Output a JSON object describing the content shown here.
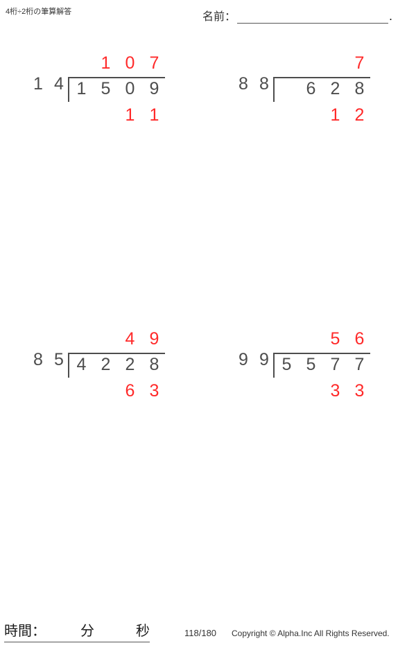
{
  "header": {
    "title": "4桁÷2桁の筆算解答",
    "name_label": "名前：",
    "name_value": "",
    "name_placeholder": "",
    "name_period": "."
  },
  "colors": {
    "answer_red": "#ff2a2a",
    "problem_gray": "#4d4d4d",
    "text_black": "#1a1a1a"
  },
  "problems": [
    {
      "id": "problem-1",
      "position": "top-left",
      "divisor": [
        "1",
        "4"
      ],
      "dividend": [
        "1",
        "5",
        "0",
        "9"
      ],
      "quotient": [
        "",
        "1",
        "0",
        "7"
      ],
      "remainder": [
        "",
        "",
        "1",
        "1"
      ]
    },
    {
      "id": "problem-2",
      "position": "top-right",
      "divisor": [
        "8",
        "8"
      ],
      "dividend": [
        "",
        "6",
        "2",
        "8"
      ],
      "quotient": [
        "",
        "",
        "",
        "7"
      ],
      "remainder": [
        "",
        "",
        "1",
        "2"
      ]
    },
    {
      "id": "problem-3",
      "position": "bottom-left",
      "divisor": [
        "8",
        "5"
      ],
      "dividend": [
        "4",
        "2",
        "2",
        "8"
      ],
      "quotient": [
        "",
        "",
        "4",
        "9"
      ],
      "remainder": [
        "",
        "",
        "6",
        "3"
      ]
    },
    {
      "id": "problem-4",
      "position": "bottom-right",
      "divisor": [
        "9",
        "9"
      ],
      "dividend": [
        "5",
        "5",
        "7",
        "7"
      ],
      "quotient": [
        "",
        "",
        "5",
        "6"
      ],
      "remainder": [
        "",
        "",
        "3",
        "3"
      ]
    }
  ],
  "footer": {
    "time_label": "時間：　　　分　　　秒",
    "page_number": "118/180",
    "copyright": "Copyright © Alpha.Inc All Rights Reserved."
  }
}
